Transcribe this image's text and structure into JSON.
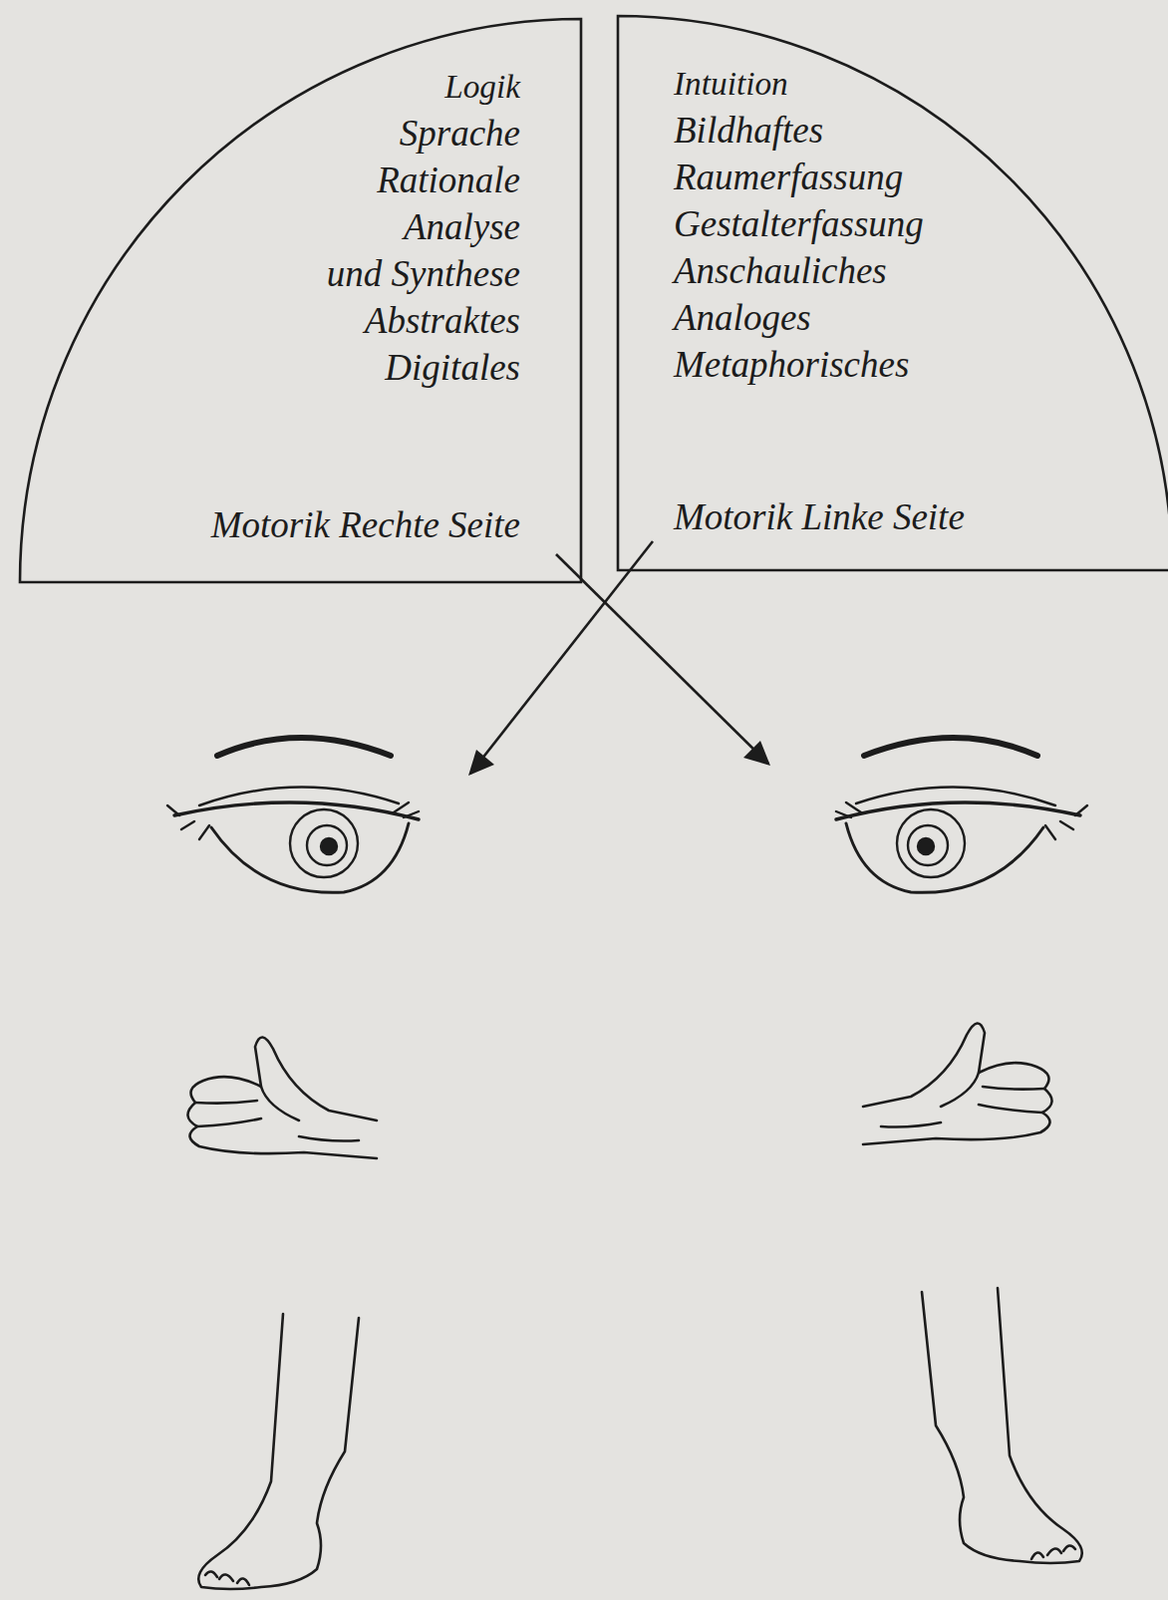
{
  "diagram": {
    "nodes": [
      {
        "text": [
          "Logik",
          "Sprache",
          "Rationale",
          "Analyse",
          "und Synthese",
          "Abstraktes",
          "Digitales",
          "Motorik Rechte Seite"
        ]
      },
      {
        "text": [
          "Intuition",
          "Bildhaftes",
          "Raumerfassung",
          "Gestalterfassung",
          "Anschauliches",
          "Analoges",
          "Metaphorisches",
          "Motorik Linke Seite"
        ]
      }
    ]
  }
}
